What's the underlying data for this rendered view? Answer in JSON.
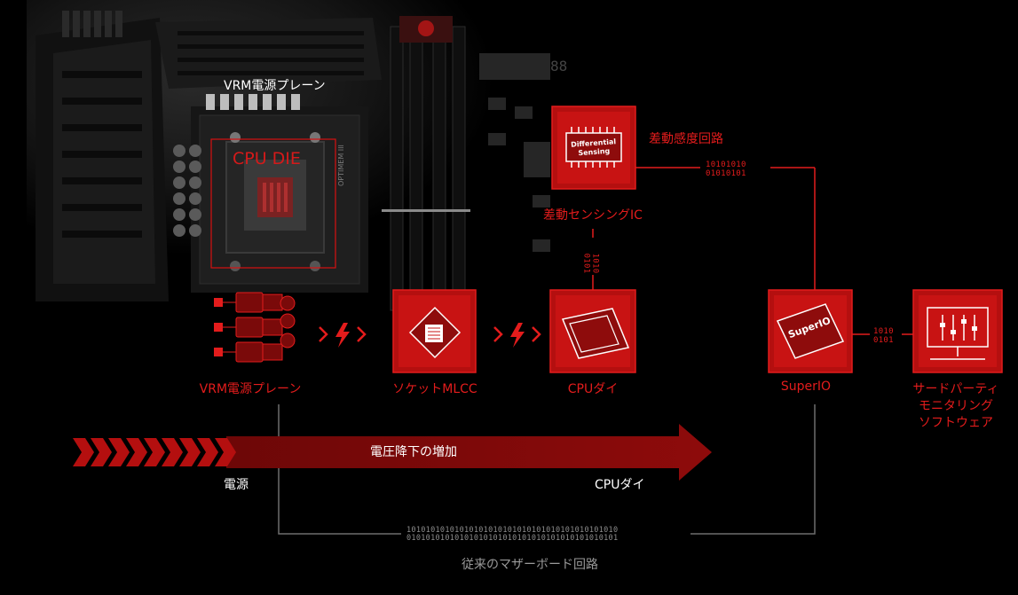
{
  "colors": {
    "accent": "#d81010",
    "accent_bright": "#e31c1c",
    "dark_red": "#6d0707",
    "connector_gray": "#6e6e6e",
    "background": "#000000"
  },
  "board": {
    "cpu_die_overlay": "CPU DIE",
    "vrm_board_label": "VRM電源プレーン",
    "ram_label": "OPTIMEM III"
  },
  "nodes": {
    "differential_ic": {
      "chip_text_line1": "Differential",
      "chip_text_line2": "Sensing",
      "icon": "chip-icon"
    },
    "differential_circuit_label": "差動感度回路",
    "differential_ic_label": "差動センシングIC",
    "vrm_label": "VRM電源プレーン",
    "socket_mlcc_label": "ソケットMLCC",
    "cpu_die_label": "CPUダイ",
    "superio": {
      "chip_text": "SuperIO",
      "label": "SuperIO"
    },
    "third_party_label_lines": [
      "サードパーティ",
      "モニタリング",
      "ソフトウェア"
    ]
  },
  "binary": {
    "top_right": [
      "10101010",
      "01010101"
    ],
    "vertical": [
      "1010",
      "0101"
    ],
    "superio_monitor": [
      "1010",
      "0101"
    ],
    "bottom": [
      "10101010101010101010101010101010101010101010",
      "01010101010101010101010101010101010101010101"
    ]
  },
  "voltage_bar": {
    "title": "電圧降下の増加",
    "start_label": "電源",
    "end_label": "CPUダイ"
  },
  "conventional_label": "従来のマザーボード回路"
}
